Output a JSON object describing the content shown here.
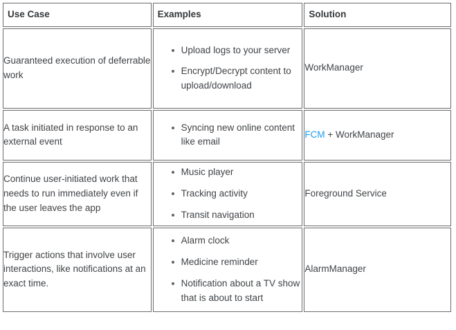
{
  "table": {
    "headers": [
      {
        "label": "Use Case"
      },
      {
        "label": "Examples"
      },
      {
        "label": "Solution"
      }
    ],
    "rows": [
      {
        "use_case": "Guaranteed execution of deferrable work",
        "examples": [
          "Upload logs to your server",
          "Encrypt/Decrypt content to upload/download"
        ],
        "solution_prefix": "",
        "solution_link": "",
        "solution_suffix": "WorkManager"
      },
      {
        "use_case": "A task initiated in response to an external event",
        "examples": [
          "Syncing new online content like email"
        ],
        "solution_prefix": "",
        "solution_link": "FCM",
        "solution_suffix": " + WorkManager"
      },
      {
        "use_case": "Continue user-initiated work that needs to run immediately even if the user leaves the app",
        "examples": [
          "Music player",
          "Tracking activity",
          "Transit navigation"
        ],
        "solution_prefix": "",
        "solution_link": "",
        "solution_suffix": "Foreground Service"
      },
      {
        "use_case": "Trigger actions that involve user interactions, like notifications at an exact time.",
        "examples": [
          "Alarm clock",
          "Medicine reminder",
          "Notification about a TV show that is about to start"
        ],
        "solution_prefix": "",
        "solution_link": "",
        "solution_suffix": "AlarmManager"
      }
    ]
  },
  "colors": {
    "link": "#1a9bf0",
    "text": "#3f4246",
    "header_text": "#333639",
    "border": "#6b6b6b",
    "bullet": "#5f6368",
    "background": "#ffffff"
  }
}
